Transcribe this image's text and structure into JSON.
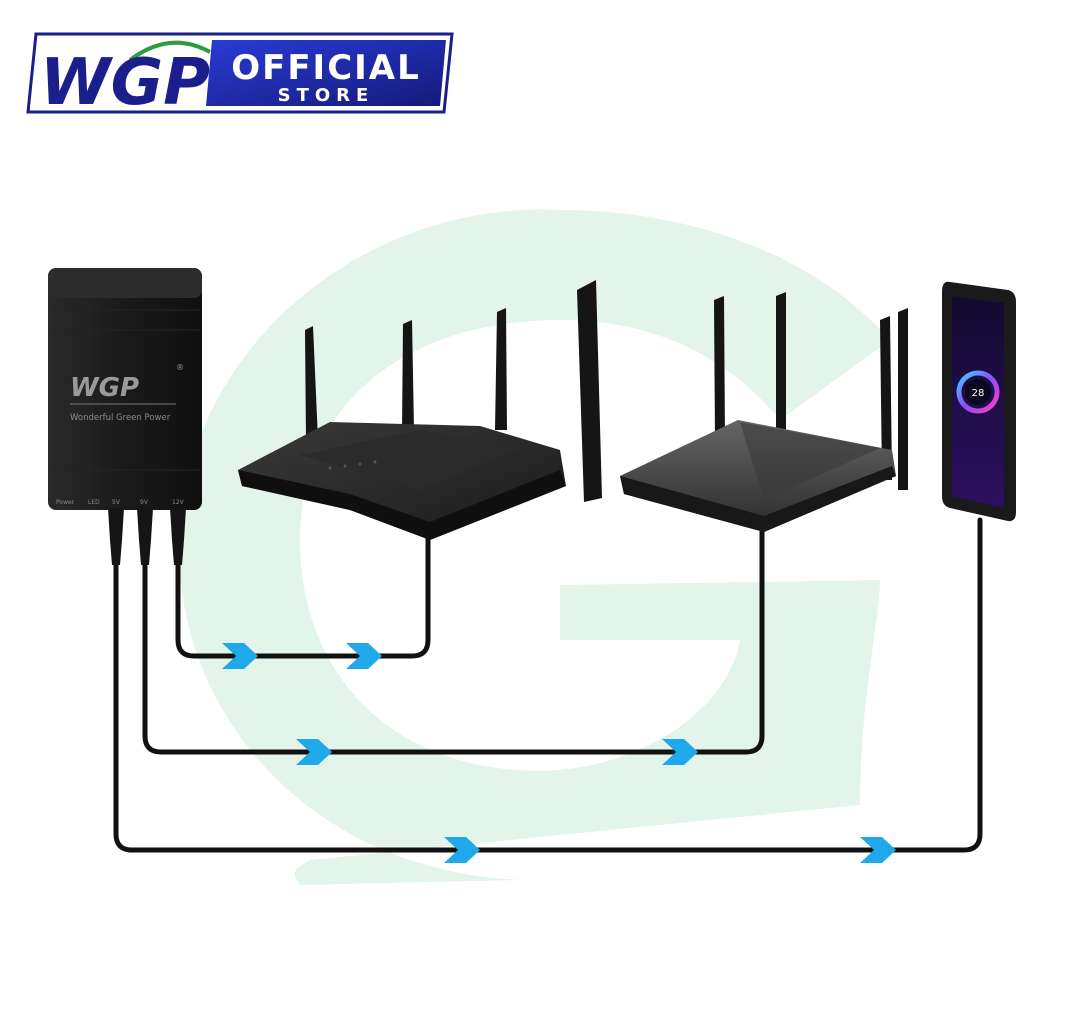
{
  "logo": {
    "brand": "WGP",
    "official": "OFFICIAL",
    "store": "STORE"
  },
  "ups": {
    "brand": "WGP",
    "registered": "®",
    "tagline": "Wonderful Green Power",
    "ports": [
      "Power",
      "LED",
      "5V",
      "9V",
      "12V"
    ]
  },
  "phone": {
    "screen_value": "28"
  },
  "colors": {
    "logo_navy": "#1a1f8c",
    "logo_blue": "#2b3bd6",
    "logo_green": "#2e9b3e",
    "background_watermark": "#e3f4ea",
    "cable": "#111111",
    "arrow": "#1fa9ea",
    "device_body": "#1c1c1c"
  },
  "icons": {
    "arrow": "flow-arrow-icon",
    "router": "router-icon",
    "phone": "smartphone-icon",
    "ups": "mini-ups-icon"
  }
}
